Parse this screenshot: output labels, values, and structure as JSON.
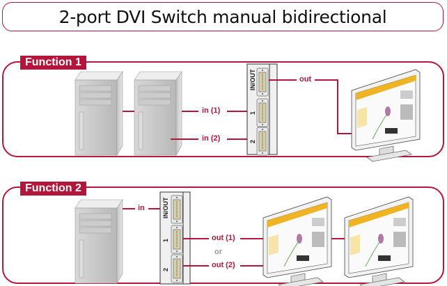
{
  "title": "2-port DVI Switch manual bidirectional",
  "accent_color": "#b3163a",
  "function1": {
    "label": "Function 1",
    "inputs": [
      "in (1)",
      "in (2)"
    ],
    "output": "out",
    "ports": [
      "IN/OUT",
      "1",
      "2"
    ]
  },
  "function2": {
    "label": "Function 2",
    "input": "in",
    "outputs": [
      "out (1)",
      "out (2)"
    ],
    "separator": "or",
    "ports": [
      "IN/OUT",
      "1",
      "2"
    ]
  }
}
